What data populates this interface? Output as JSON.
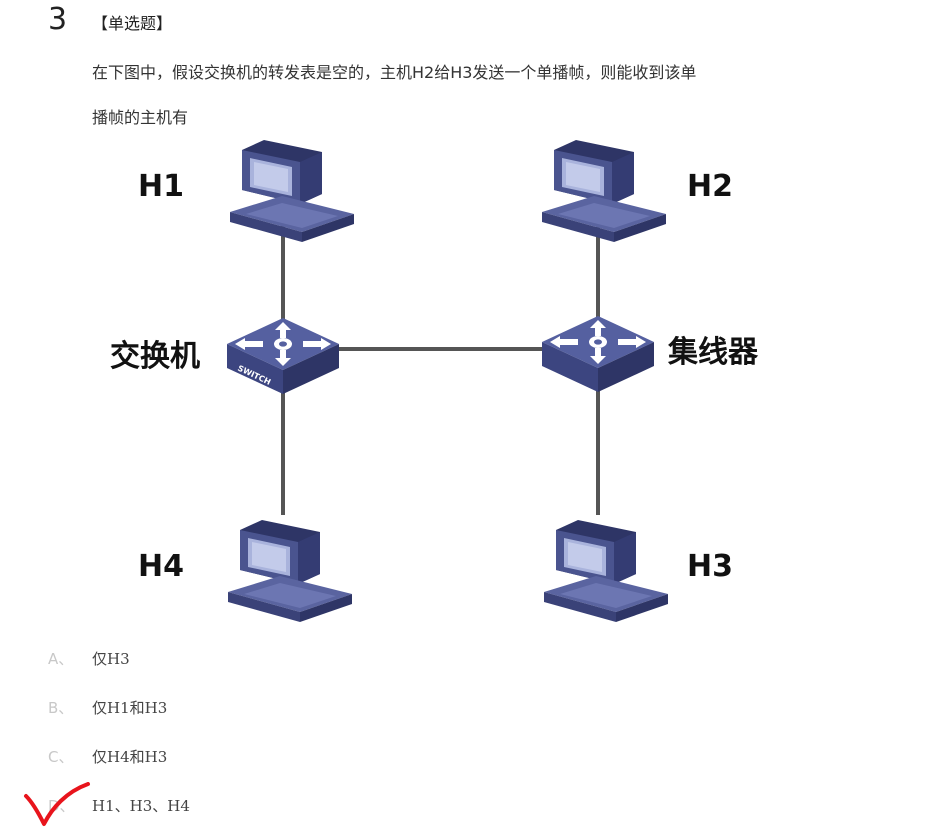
{
  "question": {
    "number": "3",
    "type": "【单选题】",
    "stem_line1": "在下图中，假设交换机的转发表是空的，主机H2给H3发送一个单播帧，则能收到该单",
    "stem_line2": "播帧的主机有"
  },
  "diagram": {
    "hosts": {
      "h1": "H1",
      "h2": "H2",
      "h3": "H3",
      "h4": "H4"
    },
    "switch_label": "交换机",
    "switch_device_text": "SWITCH",
    "hub_label": "集线器",
    "colors": {
      "device": "#4a548f",
      "device_dark": "#2e3566",
      "screen": "#a9b3dc",
      "link": "#555555"
    }
  },
  "options": [
    {
      "letter": "A、",
      "text": "仅H3"
    },
    {
      "letter": "B、",
      "text": "仅H1和H3"
    },
    {
      "letter": "C、",
      "text": "仅H4和H3"
    },
    {
      "letter": "D、",
      "text": "H1、H3、H4"
    }
  ],
  "marks": {
    "checkmark_color": "#e8141c"
  }
}
